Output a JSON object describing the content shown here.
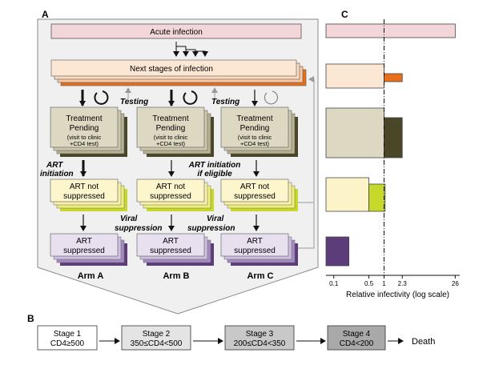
{
  "panels": {
    "a": "A",
    "b": "B",
    "c": "C"
  },
  "panel_a": {
    "acute_infection": "Acute infection",
    "next_stages": "Next stages of infection",
    "testing_labels": [
      "Testing",
      "Testing"
    ],
    "treatment_pending": {
      "line1": "Treatment",
      "line2": "Pending",
      "line3": "(visit to clinic",
      "line4": "+CD4 test)"
    },
    "art_initiation_left": {
      "line1": "ART",
      "line2": "initiation"
    },
    "art_initiation_mid": {
      "line1": "ART initiation",
      "line2": "if eligible"
    },
    "art_not_suppressed": {
      "line1": "ART not",
      "line2": "suppressed"
    },
    "viral_suppression": {
      "line1": "Viral",
      "line2": "suppression"
    },
    "art_suppressed": {
      "line1": "ART",
      "line2": "suppressed"
    },
    "arms": [
      "Arm A",
      "Arm B",
      "Arm C"
    ]
  },
  "panel_b": {
    "stages": [
      {
        "title": "Stage 1",
        "range": "CD4≥500",
        "fill": "#ffffff"
      },
      {
        "title": "Stage 2",
        "range": "350≤CD4<500",
        "fill": "#e4e4e4"
      },
      {
        "title": "Stage 3",
        "range": "200≤CD4<350",
        "fill": "#c8c8c8"
      },
      {
        "title": "Stage 4",
        "range": "CD4<200",
        "fill": "#a9a9a9"
      }
    ],
    "death": "Death"
  },
  "chart_data": {
    "type": "bar",
    "orientation": "horizontal",
    "xscale": "log",
    "xlabel": "Relative infectivity (log scale)",
    "xlim": [
      0.07,
      32
    ],
    "xticks": [
      0.1,
      0.5,
      1,
      2.3,
      26
    ],
    "xtick_labels": [
      "0.1",
      "0.5",
      "1",
      "2.3",
      "26"
    ],
    "reference_line": 1,
    "rows": [
      {
        "values": [
          26
        ],
        "colors": [
          "#f2d6d8"
        ]
      },
      {
        "values": [
          1,
          2.3
        ],
        "colors": [
          "#fce6d4",
          "#e8701a"
        ]
      },
      {
        "values": [
          1,
          2.3
        ],
        "colors": [
          "#ddd8c2",
          "#4a4628"
        ]
      },
      {
        "values": [
          0.5,
          1.05
        ],
        "colors": [
          "#fdf3c8",
          "#c6d92a"
        ]
      },
      {
        "values": [
          0.2
        ],
        "colors": [
          "#5c3d7a"
        ]
      }
    ]
  },
  "colors": {
    "acute": "#f2d6d8",
    "next": "#fce6d4",
    "next_accent": "#e8701a",
    "pending": "#ddd8c2",
    "pending_dark": "#4a4628",
    "not_suppressed": "#fdf6cc",
    "not_suppressed_accent": "#c6d92a",
    "suppressed": "#e8e0ef",
    "suppressed_dark": "#5c3d7a"
  }
}
